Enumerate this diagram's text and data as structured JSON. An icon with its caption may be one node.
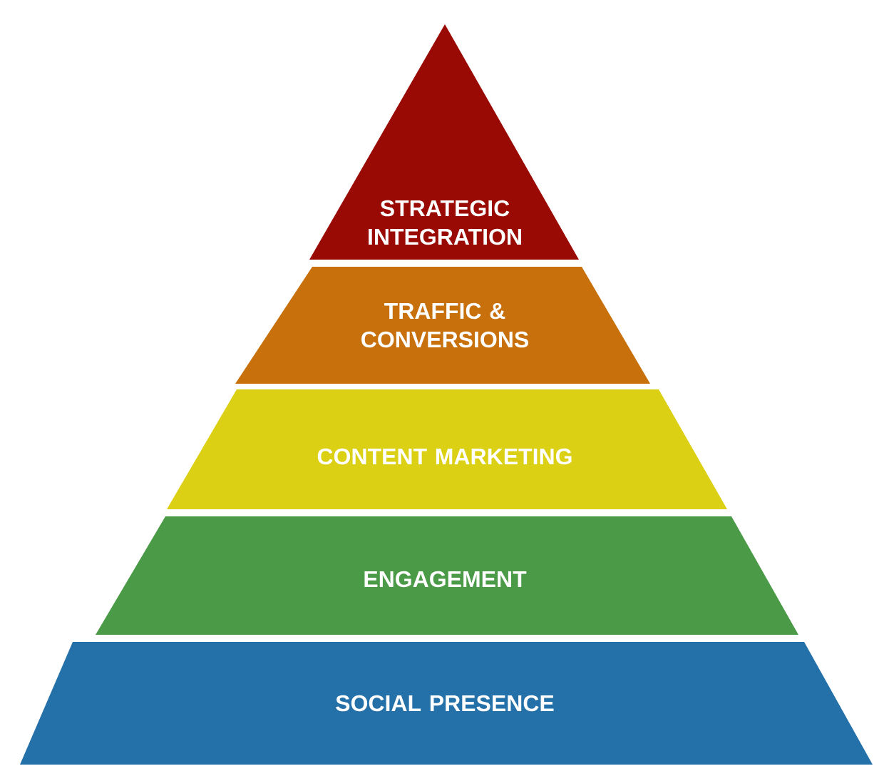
{
  "diagram": {
    "nodes": [
      {
        "text": [
          "STRATEGIC INTEGRATION"
        ]
      },
      {
        "text": [
          "TRAFFIC & CONVERSIONS"
        ]
      },
      {
        "text": [
          "CONTENT MARKETING"
        ]
      },
      {
        "text": [
          "ENGAGEMENT"
        ]
      },
      {
        "text": [
          "SOCIAL PRESENCE"
        ]
      }
    ]
  }
}
